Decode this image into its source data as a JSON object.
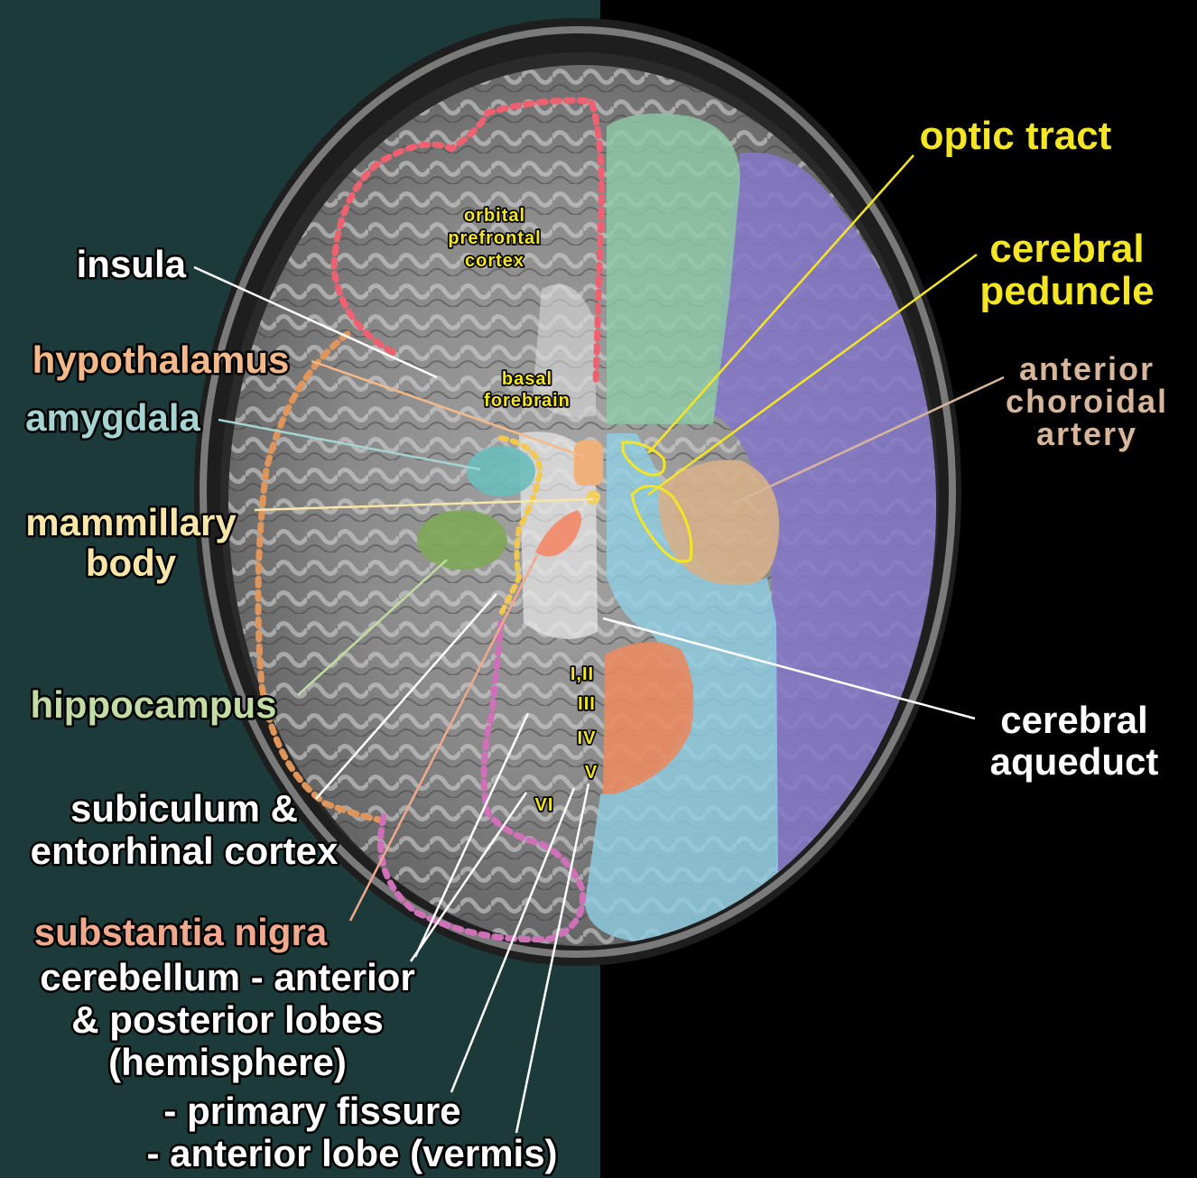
{
  "colors": {
    "left_bg": "#1d3a3a",
    "right_bg": "#000000",
    "white_label": "#ffffff",
    "yellow_label": "#f4e623",
    "orange_label": "#f4b98a",
    "teal_label": "#a6d4d2",
    "cream_label": "#f8e6a8",
    "green_label": "#c2dca4",
    "salmon_label": "#f1a98e",
    "tan_label": "#d7b69b",
    "region_green": "#8fc9a6",
    "region_purple": "#8476c6",
    "region_blue": "#8fcde2",
    "region_tan": "#d6b08a",
    "region_orange": "#e98a62",
    "region_salmon": "#f08f72",
    "region_hippo": "#7ea858",
    "region_amygdala": "#6cbcbc",
    "region_hypothalamus": "#f0b07a",
    "dot_red": "#ef6070",
    "dot_orange": "#e0955a",
    "dot_yellow": "#f2c850",
    "dot_pink": "#d070b8"
  },
  "labels": {
    "insula": "insula",
    "hypothalamus": "hypothalamus",
    "amygdala": "amygdala",
    "mammillary_body_1": "mammillary",
    "mammillary_body_2": "body",
    "hippocampus": "hippocampus",
    "subiculum_1": "subiculum &",
    "subiculum_2": "entorhinal cortex",
    "substantia_nigra": "substantia nigra",
    "cerebellum_1": "cerebellum - anterior",
    "cerebellum_2": "& posterior lobes",
    "cerebellum_3": "(hemisphere)",
    "primary_fissure": "- primary fissure",
    "anterior_lobe_vermis": "- anterior lobe (vermis)",
    "optic_tract": "optic tract",
    "cerebral_peduncle_1": "cerebral",
    "cerebral_peduncle_2": "peduncle",
    "anterior_choroidal_1": "anterior",
    "anterior_choroidal_2": "choroidal",
    "anterior_choroidal_3": "artery",
    "cerebral_aqueduct_1": "cerebral",
    "cerebral_aqueduct_2": "aqueduct",
    "orbital_1": "orbital",
    "orbital_2": "prefrontal",
    "orbital_3": "cortex",
    "basal_1": "basal",
    "basal_2": "forebrain",
    "lobule_1_2": "I,II",
    "lobule_3": "III",
    "lobule_4": "IV",
    "lobule_5": "V",
    "lobule_6": "VI"
  }
}
